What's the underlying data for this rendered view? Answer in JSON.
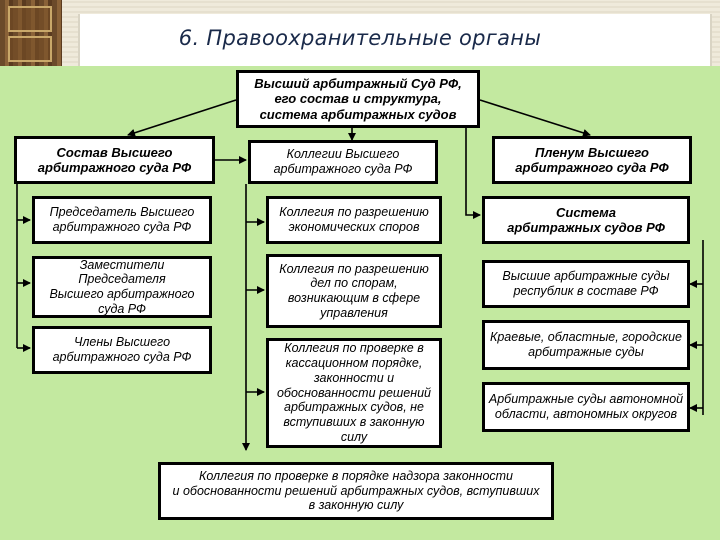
{
  "slide": {
    "title": "6. Правоохранительные органы"
  },
  "diagram": {
    "top": "Высший арбитражный Суд РФ,\nего состав и структура,\nсистема арбитражных судов",
    "col1": {
      "header": "Состав Высшего\nарбитражного суда РФ",
      "items": [
        "Председатель Высшего\nарбитражного суда РФ",
        "Заместители Председателя\nВысшего арбитражного\nсуда РФ",
        "Члены Высшего\nарбитражного суда РФ"
      ]
    },
    "col2": {
      "header": "Коллегии Высшего\nарбитражного суда РФ",
      "items": [
        "Коллегия по разрешению\nэкономических споров",
        "Коллегия по разрешению\nдел по спорам,\nвозникающим в сфере\nуправления",
        "Коллегия по проверке в\nкассационном порядке,\nзаконности и\nобоснованности решений\nарбитражных судов, не\nвступивших в законную\nсилу"
      ]
    },
    "col3": {
      "header": "Пленум Высшего\nарбитражного суда РФ",
      "system": "Система\nарбитражных судов РФ",
      "items": [
        "Высшие арбитражные суды\nреспублик в составе РФ",
        "Краевые, областные, городские\nарбитражные суды",
        "Арбитражные суды автономной\nобласти, автономных округов"
      ]
    },
    "bottom": "Коллегия по проверке в порядке надзора законности\nи обоснованности решений арбитражных судов, вступивших\nв законную силу"
  }
}
